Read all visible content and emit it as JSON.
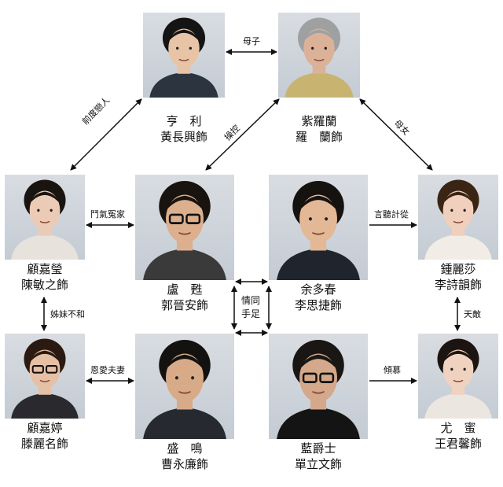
{
  "characters": [
    {
      "id": "hengli",
      "role": "亨　利",
      "actor": "黃長興飾",
      "hair": "#141414",
      "skin": "#e8c4a6",
      "shirt": "#2c3440",
      "glasses": false
    },
    {
      "id": "zilolan",
      "role": "紫羅蘭",
      "actor": "羅　蘭飾",
      "hair": "#9ea0a2",
      "skin": "#dbb298",
      "shirt": "#c8b470",
      "glasses": false
    },
    {
      "id": "gujiaying",
      "role": "顧嘉瑩",
      "actor": "陳敏之飾",
      "hair": "#1a1410",
      "skin": "#eccbb6",
      "shirt": "#e8e2dc",
      "glasses": false
    },
    {
      "id": "lutou",
      "role": "盧　甦",
      "actor": "郭晉安飾",
      "hair": "#18130f",
      "skin": "#dcb08e",
      "shirt": "#3a3a3a",
      "glasses": true
    },
    {
      "id": "yuduochun",
      "role": "余多春",
      "actor": "李思捷飾",
      "hair": "#161210",
      "skin": "#e2b896",
      "shirt": "#20242c",
      "glasses": false
    },
    {
      "id": "zhonglisha",
      "role": "鍾麗莎",
      "actor": "李詩韻飾",
      "hair": "#3a2414",
      "skin": "#f0d0bc",
      "shirt": "#f2ece6",
      "glasses": false
    },
    {
      "id": "gujiating",
      "role": "顧嘉婷",
      "actor": "滕麗名飾",
      "hair": "#2a1a12",
      "skin": "#e6c0a4",
      "shirt": "#2a2a2e",
      "glasses": true
    },
    {
      "id": "shengming",
      "role": "盛　鳴",
      "actor": "曹永廉飾",
      "hair": "#141210",
      "skin": "#d8ab88",
      "shirt": "#262a30",
      "glasses": false
    },
    {
      "id": "lanjueshi",
      "role": "藍爵士",
      "actor": "單立文飾",
      "hair": "#1a1614",
      "skin": "#d4a88a",
      "shirt": "#141414",
      "glasses": true
    },
    {
      "id": "youmi",
      "role": "尤　蜜",
      "actor": "王君馨飾",
      "hair": "#1c1410",
      "skin": "#f0d2c0",
      "shirt": "#ece6e0",
      "glasses": false
    }
  ],
  "relations": {
    "mother_son": "母子",
    "ex_lovers": "前度戀人",
    "manipulate": "操控",
    "mother_daughter": "母女",
    "rivals": "鬥氣冤家",
    "obey": "言聽計從",
    "sisters_discord": "姊妹不和",
    "brothers_l1": "情同",
    "brothers_l2": "手足",
    "nemesis": "天敵",
    "loving_couple": "恩愛夫妻",
    "admire": "傾慕"
  },
  "colors": {
    "arrow": "#111111",
    "background": "#ffffff"
  }
}
